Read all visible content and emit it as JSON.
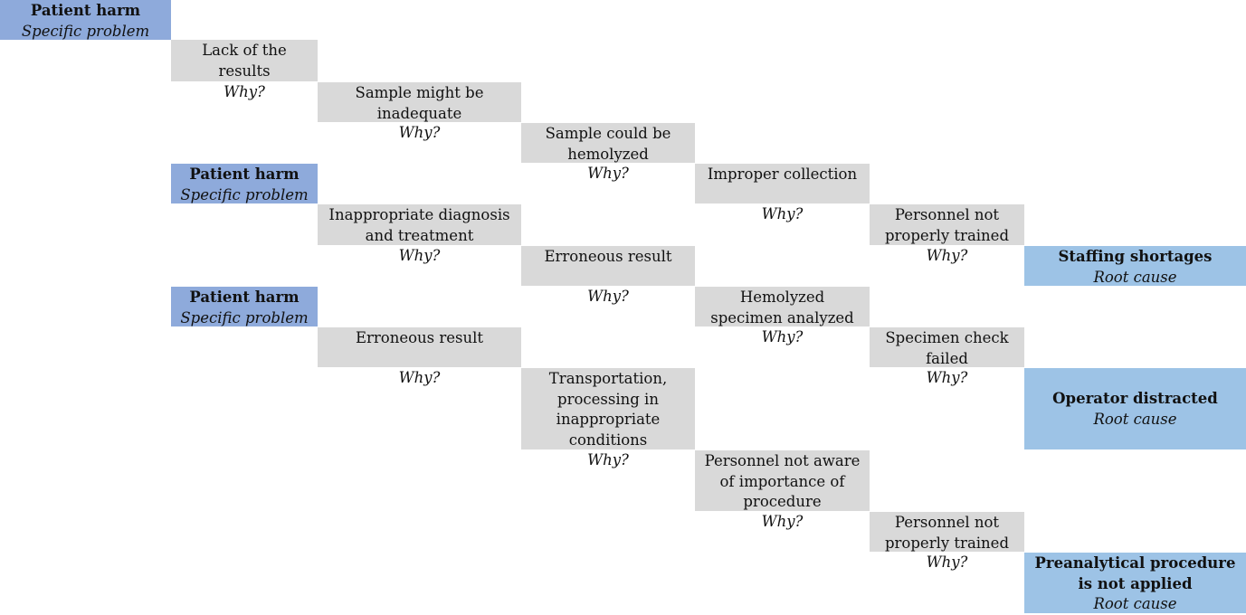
{
  "problem": {
    "title": "Patient harm",
    "subtitle": "Specific problem"
  },
  "why_label": "Why?",
  "root": {
    "subtitle": "Root cause"
  },
  "chain1": {
    "step1": [
      "Lack of the",
      "results"
    ],
    "step2": [
      "Sample might be",
      "inadequate"
    ],
    "step3": [
      "Sample could be",
      "hemolyzed"
    ],
    "step4": [
      "Improper collection"
    ],
    "step5": [
      "Personnel not",
      "properly trained"
    ],
    "root_title": "Staffing shortages"
  },
  "chain2": {
    "step1": [
      "Inappropriate diagnosis",
      "and treatment"
    ],
    "step2": [
      "Erroneous result"
    ],
    "step3": [
      "Hemolyzed",
      "specimen analyzed"
    ],
    "step4": [
      "Specimen check",
      "failed"
    ],
    "root_title": "Operator distracted"
  },
  "chain3": {
    "step1": [
      "Erroneous result"
    ],
    "step2": [
      "Transportation,",
      "processing in",
      "inappropriate",
      "conditions"
    ],
    "step3": [
      "Personnel not aware",
      "of importance of",
      "procedure"
    ],
    "step4": [
      "Personnel not",
      "properly trained"
    ],
    "root_title": [
      "Preanalytical procedure",
      "is not applied"
    ]
  }
}
